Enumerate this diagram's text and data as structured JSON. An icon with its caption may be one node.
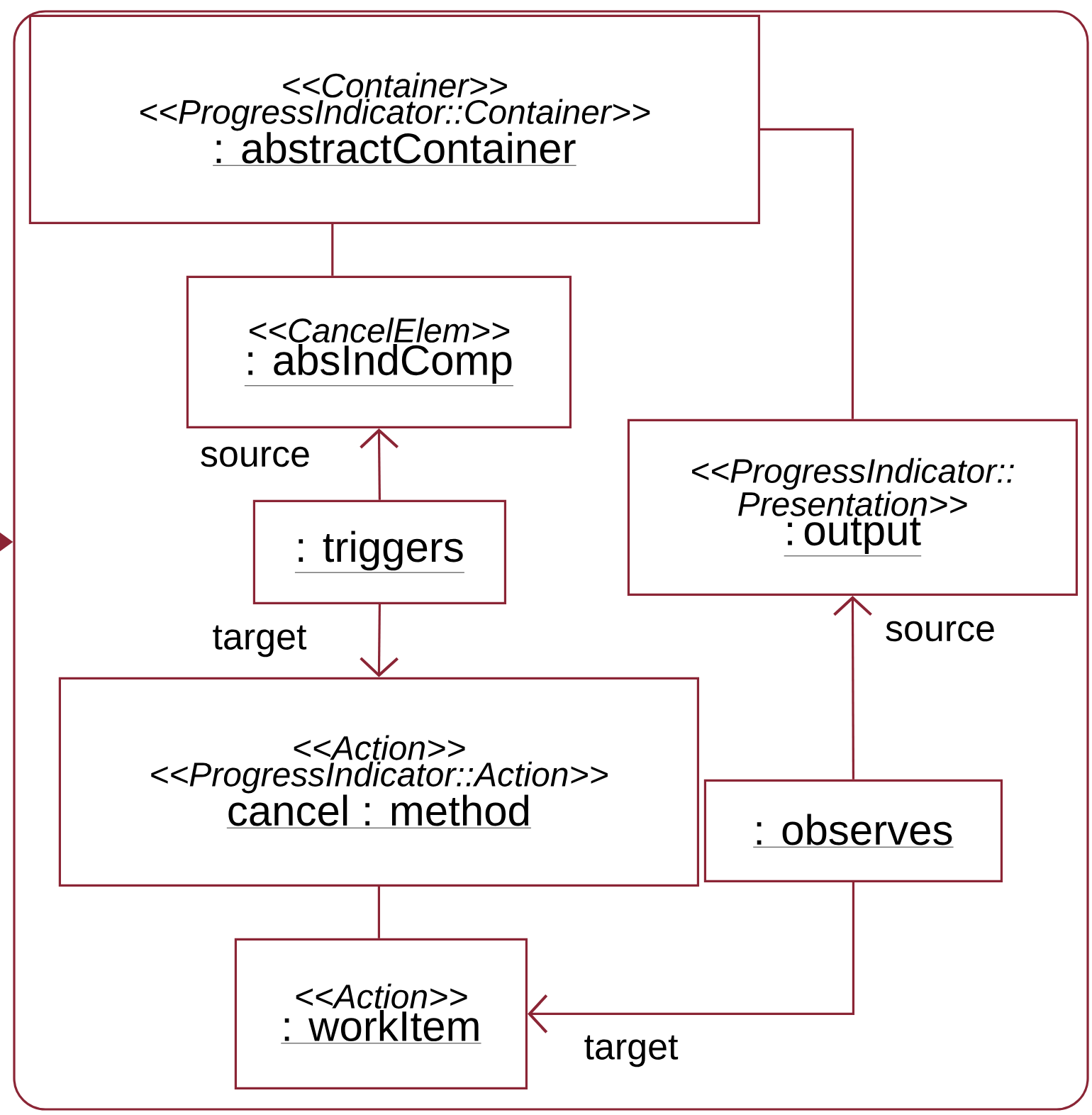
{
  "diagram": {
    "nodes": [
      {
        "text": [],
        "shape": "box"
      },
      {
        "text": [
          "<<Container>>",
          "<<ProgressIndicator::Container>>",
          ": abstractContainer"
        ],
        "in": 0
      },
      {
        "text": [
          "<<CancelElem>>",
          ": absIndComp"
        ],
        "in": 0
      },
      {
        "text": [
          ": triggers"
        ],
        "in": 0
      },
      {
        "text": [
          "<<ProgressIndicator:: Presentation>>",
          ": output"
        ],
        "in": 0
      },
      {
        "text": [
          "<<Action>>",
          "<<ProgressIndicator::Action>>",
          "cancel : method"
        ],
        "in": 0
      },
      {
        "text": [
          ": observes"
        ],
        "in": 0
      },
      {
        "text": [
          "<<Action>>",
          ": workItem"
        ],
        "in": 0
      }
    ],
    "edges": [
      {
        "from": 1,
        "to": 2,
        "arrow": "none"
      },
      {
        "from": 1,
        "to": 4,
        "arrow": "none"
      },
      {
        "from": 3,
        "to": 2,
        "arrow": "to",
        "label": "source"
      },
      {
        "from": 3,
        "to": 5,
        "arrow": "to",
        "label": "target"
      },
      {
        "from": 6,
        "to": 4,
        "arrow": "to",
        "label": "source"
      },
      {
        "from": 6,
        "to": 7,
        "arrow": "to",
        "label": "target"
      },
      {
        "from": 5,
        "to": 7,
        "arrow": "none"
      },
      {
        "from": null,
        "to": 0,
        "arrow": "to"
      }
    ]
  }
}
